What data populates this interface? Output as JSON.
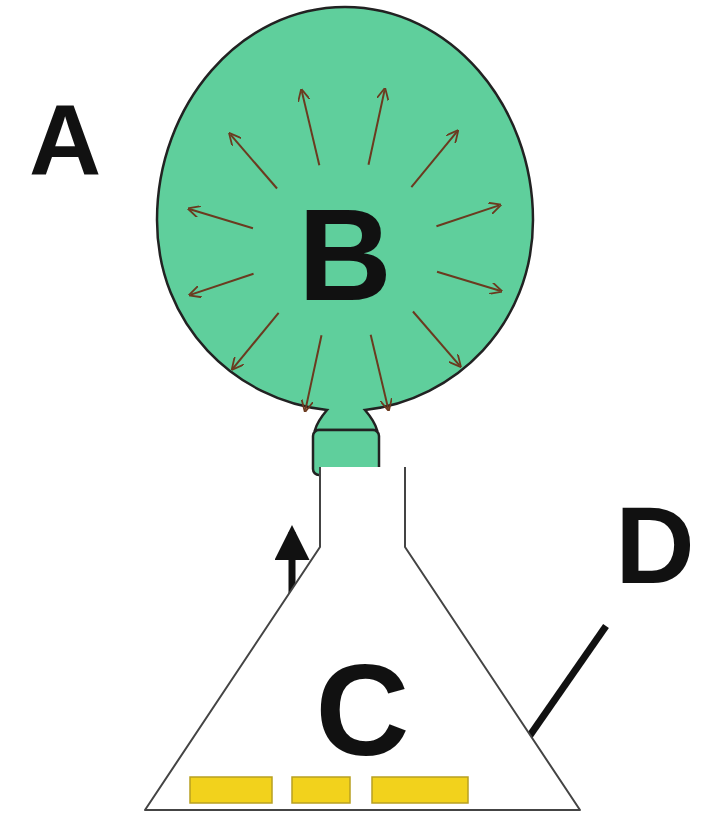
{
  "diagram": {
    "nodes": [
      {
        "text": [
          "B"
        ]
      },
      {
        "text": [
          "C"
        ]
      }
    ],
    "labels": [
      "A",
      "D"
    ]
  }
}
